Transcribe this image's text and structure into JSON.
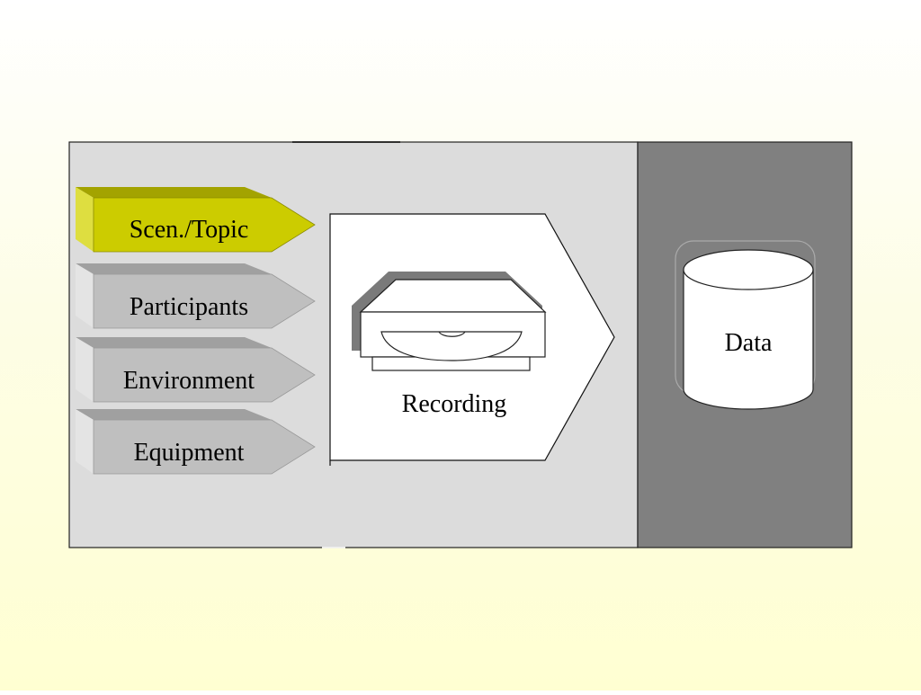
{
  "diagram": {
    "inputs": [
      {
        "label": "Scen./Topic",
        "state": "active"
      },
      {
        "label": "Participants",
        "state": "inactive"
      },
      {
        "label": "Environment",
        "state": "inactive"
      },
      {
        "label": "Equipment",
        "state": "inactive"
      }
    ],
    "process": {
      "label": "Recording",
      "icon": "disc-drive-icon"
    },
    "store": {
      "label": "Data",
      "icon": "database-cylinder-icon"
    },
    "colors": {
      "panel": "#dcdcdc",
      "store_panel": "#808080",
      "active_tab": "#cccc00",
      "active_tab_top": "#a3a300",
      "inactive_tab": "#bfbfbf",
      "inactive_tab_top": "#a0a0a0"
    }
  }
}
